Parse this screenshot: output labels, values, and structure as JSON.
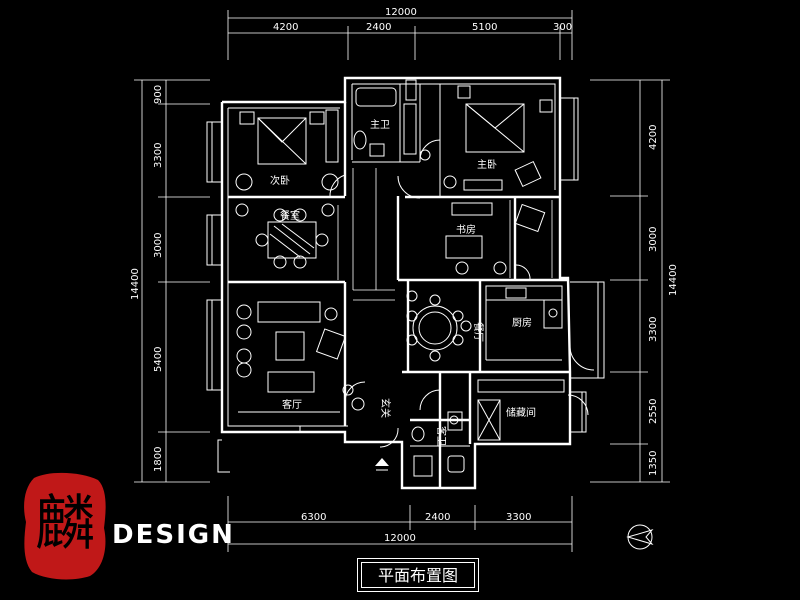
{
  "title": "平面布置图",
  "brand": "DESIGN",
  "seal_text": "麟",
  "top_dimensions": {
    "total": "12000",
    "segments": [
      "4200",
      "2400",
      "5100",
      "300"
    ]
  },
  "bottom_dimensions": {
    "total": "12000",
    "segments": [
      "6300",
      "2400",
      "3300"
    ]
  },
  "left_dimensions": {
    "total": "14400",
    "segments": [
      "900",
      "3300",
      "3000",
      "5400",
      "1800"
    ]
  },
  "right_dimensions": {
    "total": "14400",
    "segments": [
      "4200",
      "3000",
      "3300",
      "2550",
      "1350"
    ]
  },
  "rooms": {
    "second_bedroom": "次卧",
    "master_bath": "主卫",
    "master_bedroom": "主卧",
    "dining_room": "餐室",
    "study": "书房",
    "restaurant": "餐厅",
    "kitchen": "厨房",
    "living_room": "客厅",
    "foyer": "玄关",
    "guest_bath": "客卫",
    "storage": "储藏间"
  },
  "colors": {
    "background": "#000000",
    "lines": "#ffffff",
    "seal": "#c01818"
  }
}
